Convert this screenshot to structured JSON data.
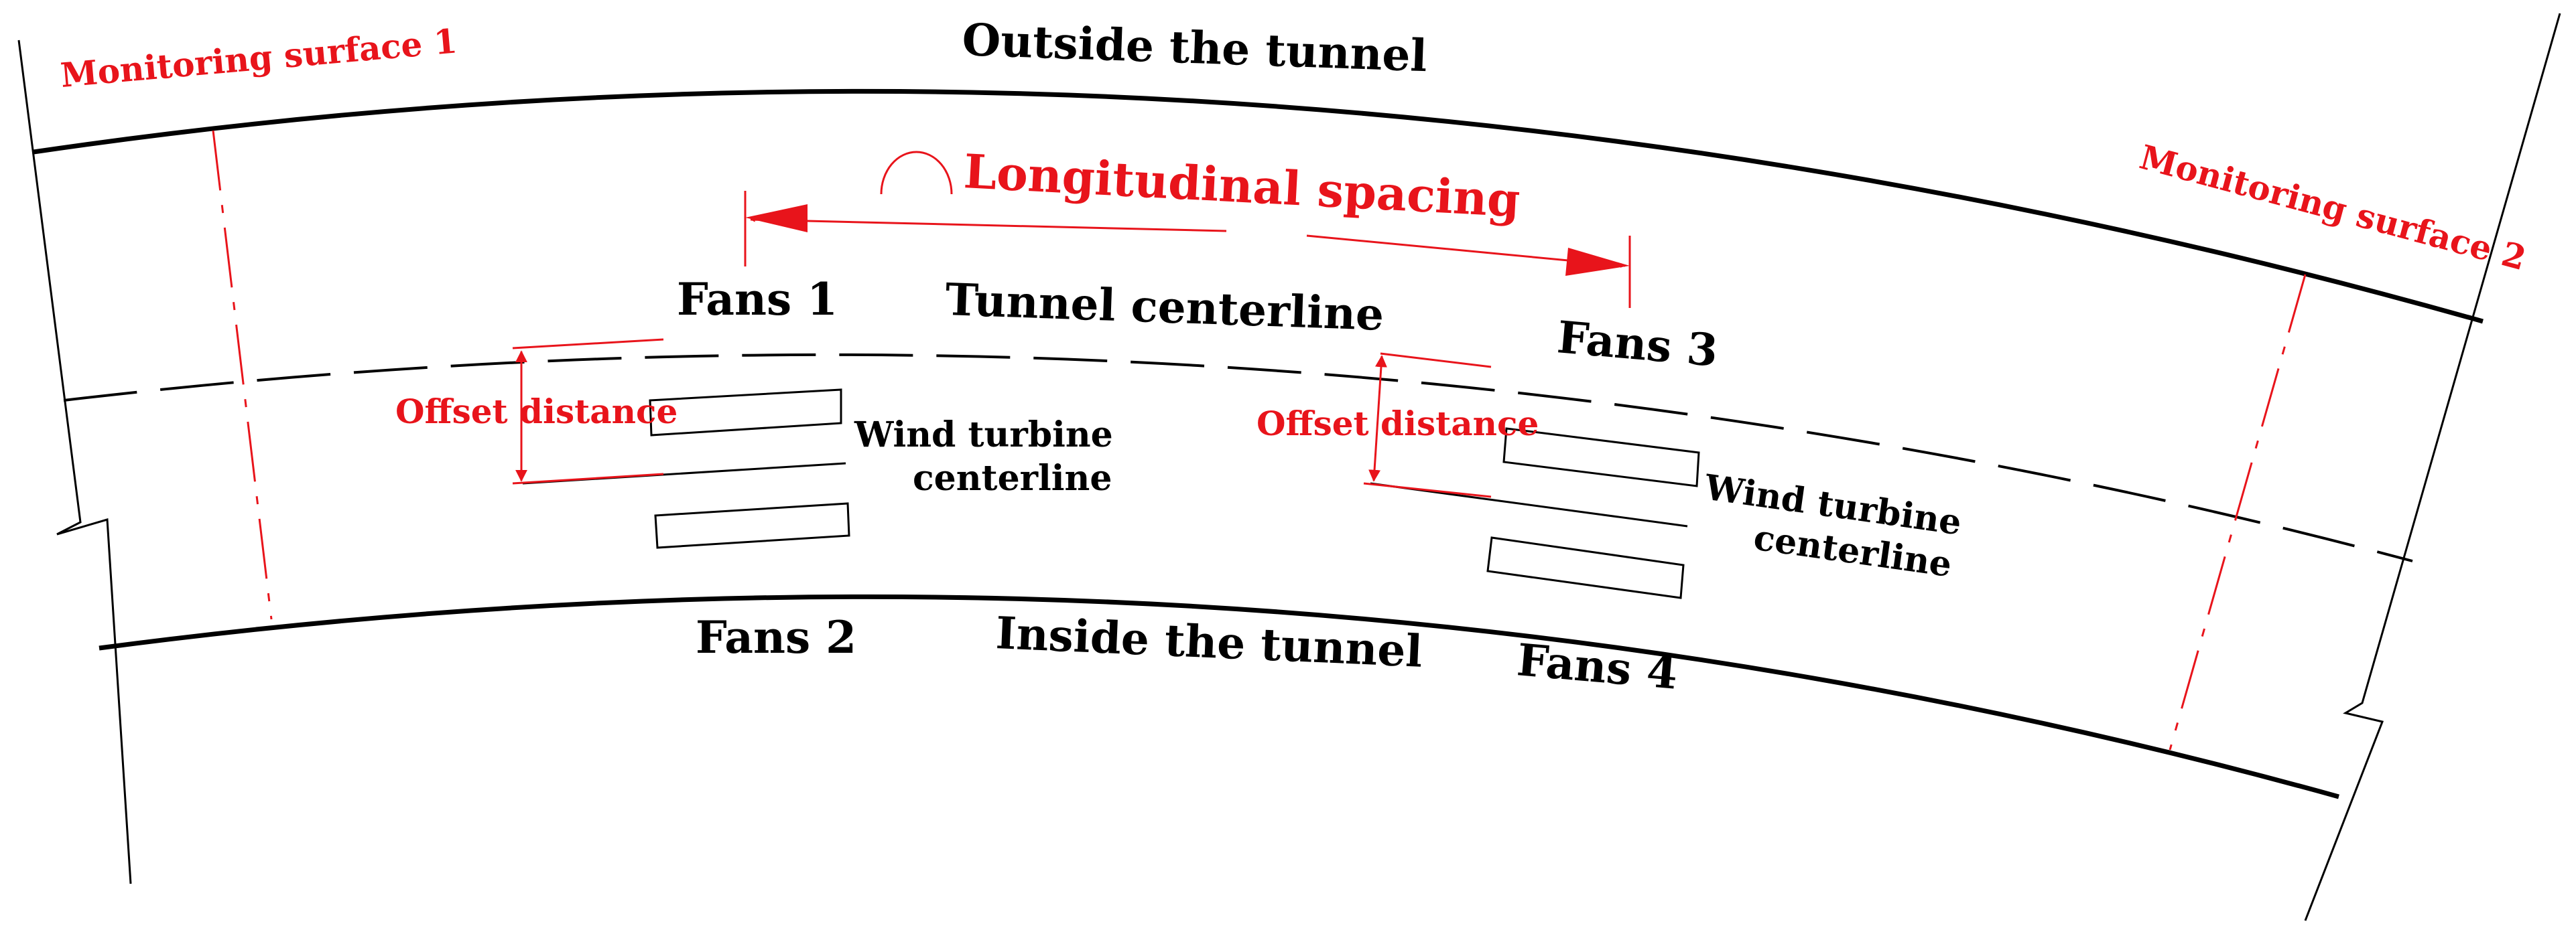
{
  "labels": {
    "outside": "Outside the tunnel",
    "inside": "Inside the tunnel",
    "tunnel_centerline": "Tunnel centerline",
    "longitudinal_spacing": "Longitudinal spacing",
    "monitoring_1": "Monitoring surface 1",
    "monitoring_2": "Monitoring surface 2",
    "fans_1": "Fans 1",
    "fans_2": "Fans 2",
    "fans_3": "Fans 3",
    "fans_4": "Fans 4",
    "offset_1": "Offset distance",
    "offset_2": "Offset distance",
    "wtc1_line1": "Wind turbine",
    "wtc1_line2": "centerline",
    "wtc2_line1": "Wind turbine",
    "wtc2_line2": "centerline"
  },
  "colors": {
    "annotation": "#e8141b",
    "line": "#000000",
    "background": "#ffffff"
  }
}
